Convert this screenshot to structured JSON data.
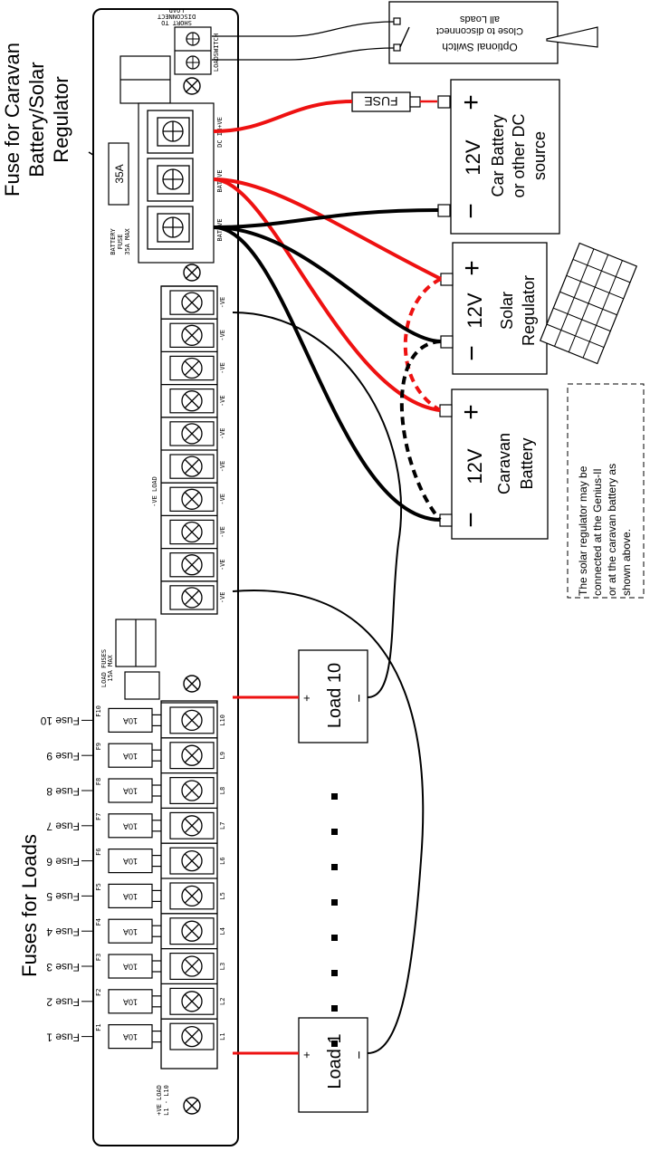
{
  "title_fuse_battery": "Fuse for Caravan Battery/Solar Regulator",
  "title_fuse_battery_lines": [
    "Fuse for Caravan",
    "Battery/Solar",
    "Regulator"
  ],
  "title_fuses_loads": "Fuses for Loads",
  "battery_fuse": {
    "value": "35A",
    "label_lines": [
      "BATTERY",
      "FUSE",
      "35A MAX"
    ]
  },
  "terminals": {
    "load_switch": "LOADSWITCH",
    "short_lines": [
      "SHORT TO",
      "DISCONNECT",
      "LOAD"
    ],
    "dc_in": "DC IN+VE",
    "bat_pos": "BAT+VE",
    "bat_neg": "BAT-VE",
    "neg_load_row": "-VE LOAD",
    "neg_terminal": "-VE",
    "load_fuses_lines": [
      "LOAD FUSES",
      "15A MAX"
    ],
    "pos_load_lines": [
      "+VE LOAD",
      "L1 - L10"
    ]
  },
  "load_fuses": [
    {
      "fuse_label": "Fuse 1",
      "code": "F1",
      "rating": "10A",
      "terminal": "L1"
    },
    {
      "fuse_label": "Fuse 2",
      "code": "F2",
      "rating": "10A",
      "terminal": "L2"
    },
    {
      "fuse_label": "Fuse 3",
      "code": "F3",
      "rating": "10A",
      "terminal": "L3"
    },
    {
      "fuse_label": "Fuse 4",
      "code": "F4",
      "rating": "10A",
      "terminal": "L4"
    },
    {
      "fuse_label": "Fuse 5",
      "code": "F5",
      "rating": "10A",
      "terminal": "L5"
    },
    {
      "fuse_label": "Fuse 6",
      "code": "F6",
      "rating": "10A",
      "terminal": "L6"
    },
    {
      "fuse_label": "Fuse 7",
      "code": "F7",
      "rating": "10A",
      "terminal": "L7"
    },
    {
      "fuse_label": "Fuse 8",
      "code": "F8",
      "rating": "10A",
      "terminal": "L8"
    },
    {
      "fuse_label": "Fuse 9",
      "code": "F9",
      "rating": "10A",
      "terminal": "L9"
    },
    {
      "fuse_label": "Fuse 10",
      "code": "F10",
      "rating": "10A",
      "terminal": "L10"
    }
  ],
  "switch": {
    "lines": [
      "Optional Switch",
      "Close to disconnect",
      "all Loads"
    ]
  },
  "inline_fuse": "FUSE",
  "sources": {
    "car_battery": {
      "voltage": "12V",
      "lines": [
        "Car Battery",
        "or other DC",
        "source"
      ],
      "plus": "+",
      "minus": "−"
    },
    "solar_regulator": {
      "voltage": "12V",
      "lines": [
        "Solar",
        "Regulator"
      ],
      "plus": "+",
      "minus": "−"
    },
    "caravan_battery": {
      "voltage": "12V",
      "lines": [
        "Caravan",
        "Battery"
      ],
      "plus": "+",
      "minus": "−"
    }
  },
  "loads": {
    "load_10": {
      "label": "Load 10",
      "plus": "+",
      "minus": "−"
    },
    "load_1": {
      "label": "Load 1",
      "plus": "+",
      "minus": "−"
    }
  },
  "note_lines": [
    "The solar regulator may be",
    "connected at the Genius-II",
    "or at the caravan battery as",
    "shown above."
  ],
  "colors": {
    "positive_wire": "#ee1111",
    "negative_wire": "#000000",
    "outline": "#000000",
    "background": "#ffffff"
  }
}
